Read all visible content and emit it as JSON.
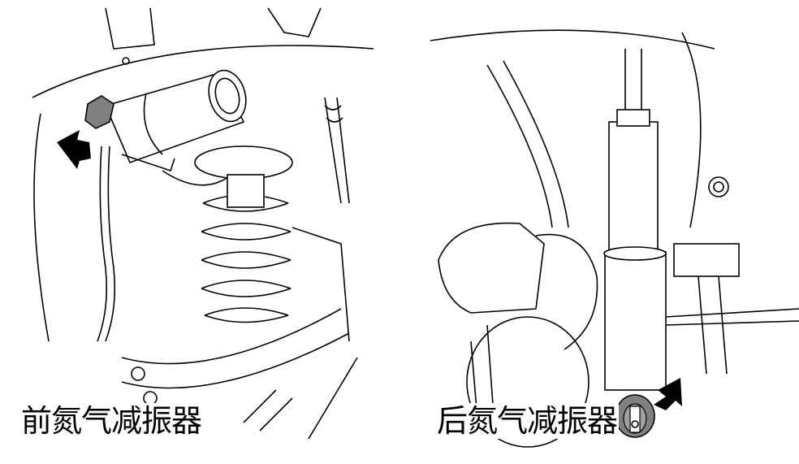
{
  "panels": [
    {
      "id": "front",
      "caption": "前氮气减振器",
      "arrow_icon": "pointer-arrow",
      "marker_color": "#808080"
    },
    {
      "id": "rear",
      "caption": "后氮气减振器",
      "arrow_icon": "pointer-arrow",
      "marker_color": "#808080"
    }
  ]
}
